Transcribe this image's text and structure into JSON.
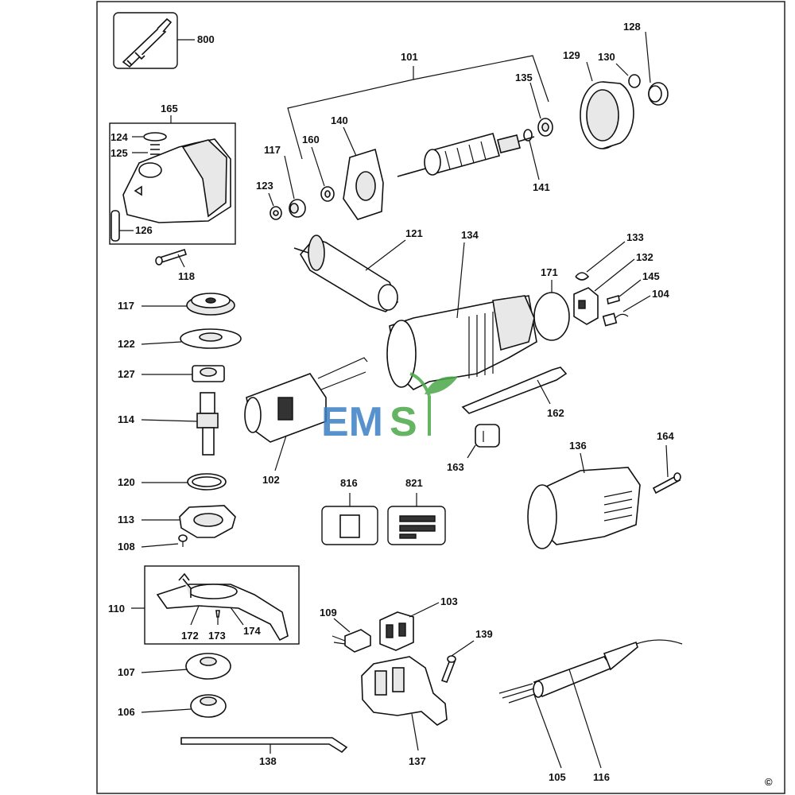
{
  "labels": {
    "l800": "800",
    "l101": "101",
    "l128": "128",
    "l129": "129",
    "l130": "130",
    "l135": "135",
    "l165": "165",
    "l124": "124",
    "l125": "125",
    "l126": "126",
    "l117a": "117",
    "l160": "160",
    "l140": "140",
    "l141": "141",
    "l123": "123",
    "l118": "118",
    "l121": "121",
    "l134": "134",
    "l133": "133",
    "l132": "132",
    "l171": "171",
    "l145": "145",
    "l104": "104",
    "l117b": "117",
    "l122": "122",
    "l127": "127",
    "l114": "114",
    "l102": "102",
    "l162": "162",
    "l163": "163",
    "l136": "136",
    "l164": "164",
    "l120": "120",
    "l816": "816",
    "l821": "821",
    "l113": "113",
    "l108": "108",
    "l110": "110",
    "l172": "172",
    "l173": "173",
    "l174": "174",
    "l109": "109",
    "l103": "103",
    "l139": "139",
    "l107": "107",
    "l106": "106",
    "l138": "138",
    "l137": "137",
    "l105": "105",
    "l116": "116"
  },
  "watermark": {
    "text_em": "EM",
    "text_s": "S",
    "color_blue": "#3b7fc4",
    "color_green": "#4aa84a"
  },
  "copyright_symbol": "©"
}
